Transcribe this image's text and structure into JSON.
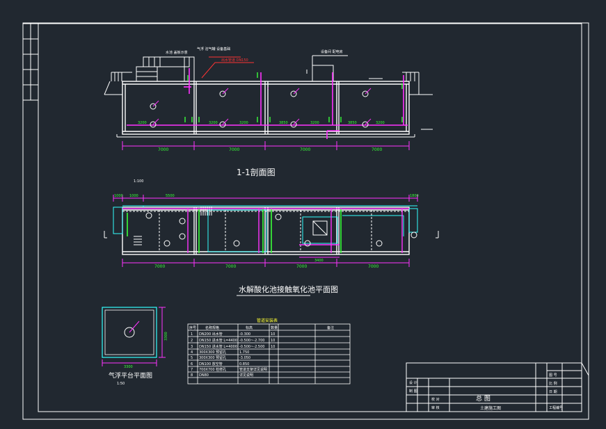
{
  "section_view": {
    "title": "1-1剖面图",
    "scale": "1:100",
    "dims": [
      "7000",
      "7000",
      "7000",
      "7000"
    ],
    "inner_dims": [
      "3200",
      "3200",
      "3850",
      "3200",
      "3850",
      "3200",
      "3200"
    ],
    "labels": {
      "upper_left_note": "水池 盖板示意",
      "vent_note": "气浮 溶气罐 设备基础",
      "pipe_note": "出水管道 DN150",
      "equipment_note": "设备间 配电房"
    }
  },
  "plan_view": {
    "title": "水解酸化池接触氧化池平面图",
    "top_dims": [
      "1000",
      "1000",
      "5500",
      "1800"
    ],
    "bottom_dims": [
      "7000",
      "7000",
      "7000",
      "7000"
    ],
    "mid_dim": "3400"
  },
  "float_platform": {
    "title": "气浮平台平面图",
    "scale": "1:50",
    "dim_bottom": "3300",
    "dim_right": "3300"
  },
  "pipe_table": {
    "title": "管道安装表",
    "headers": [
      "序号",
      "名称规格",
      "标高",
      "数量",
      "备注"
    ],
    "rows": [
      [
        "1",
        "DN200 出水管",
        "-0.300",
        "10",
        ""
      ],
      [
        "2",
        "DN150 进水管 L=4400",
        "-0.500~-2.700",
        "10",
        ""
      ],
      [
        "3",
        "DN150 进水管 L=4000",
        "-0.500~-2.500",
        "10",
        ""
      ],
      [
        "4",
        "300X300 预留孔",
        "1.750",
        "",
        ""
      ],
      [
        "5",
        "300X300 预留孔",
        "-3.050",
        "",
        ""
      ],
      [
        "6",
        "DN100 放空管",
        "0.850",
        "",
        ""
      ],
      [
        "7",
        "700X700 检修孔",
        "管道支架详见说明",
        "",
        ""
      ],
      [
        "8",
        "DN80",
        "详见说明",
        "",
        ""
      ]
    ]
  },
  "title_block": {
    "drawing_name": "总 图",
    "project": "土建施工图",
    "labels": [
      "设 计",
      "制 图",
      "校 对",
      "审 核"
    ],
    "right_labels": [
      "图 号",
      "比 例",
      "日 期",
      "工程编号"
    ]
  },
  "colors": {
    "background": "#212830",
    "line": "#ffffff",
    "accent_magenta": "#ff33ff",
    "accent_cyan": "#33ffff",
    "accent_green": "#39ff39",
    "accent_yellow": "#ffff33",
    "accent_red": "#ff3333"
  }
}
